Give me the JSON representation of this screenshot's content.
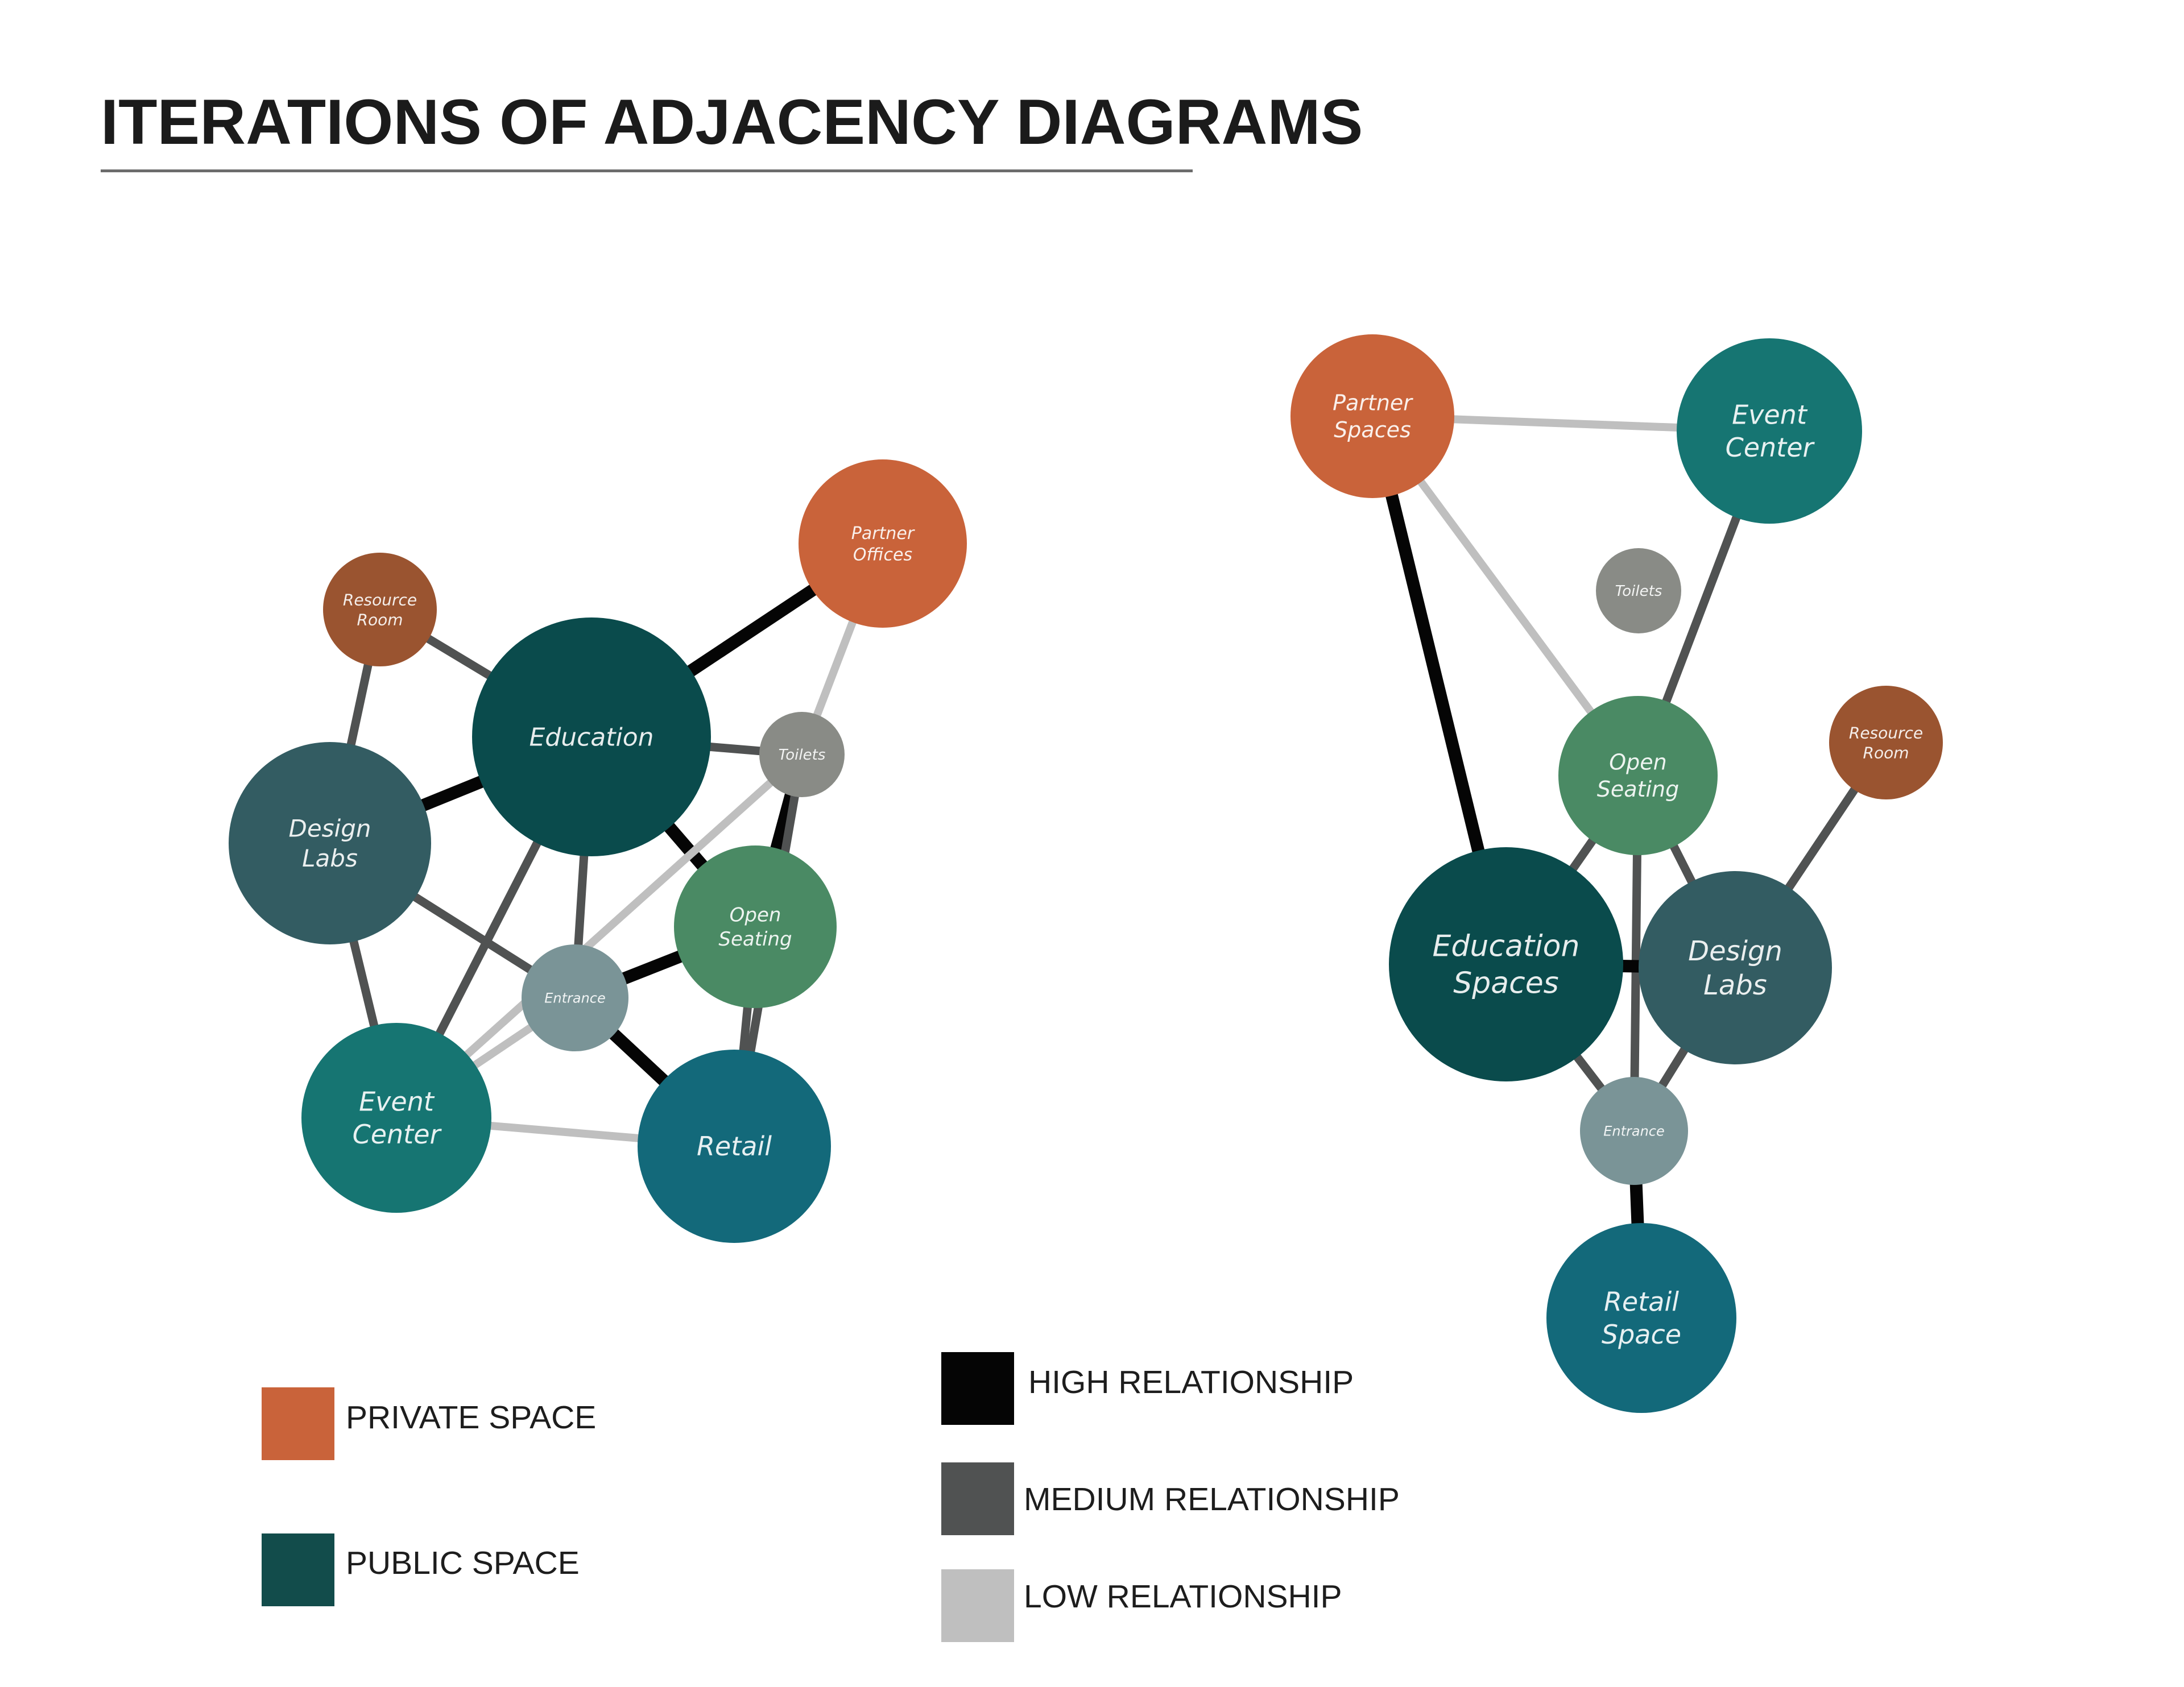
{
  "title": "ITERATIONS OF ADJACENCY DIAGRAMS",
  "colors": {
    "private": "#c9633a",
    "public": "#124c4b",
    "high": "#050505",
    "medium": "#505252",
    "low": "#bfbfbf",
    "resource": "#9a5430",
    "education": "#0a4b4c",
    "design": "#335c62",
    "event": "#167572",
    "retail": "#13697a",
    "open": "#4a8a64",
    "entrance": "#7a9497",
    "toilets": "#898b86"
  },
  "legend": {
    "private_label": "PRIVATE SPACE",
    "public_label": "PUBLIC SPACE",
    "high_label": "HIGH RELATIONSHIP",
    "medium_label": "MEDIUM RELATIONSHIP",
    "low_label": "LOW RELATIONSHIP"
  },
  "diagrams": [
    {
      "id": "iteration-1",
      "nodes": [
        {
          "id": "resource",
          "lines": [
            "Resource",
            "Room"
          ],
          "kind": "resource"
        },
        {
          "id": "education",
          "lines": [
            "Education"
          ],
          "kind": "education"
        },
        {
          "id": "partner",
          "lines": [
            "Partner",
            "Offices"
          ],
          "kind": "private"
        },
        {
          "id": "toilets",
          "lines": [
            "Toilets"
          ],
          "kind": "toilets"
        },
        {
          "id": "design",
          "lines": [
            "Design",
            "Labs"
          ],
          "kind": "design"
        },
        {
          "id": "open",
          "lines": [
            "Open",
            "Seating"
          ],
          "kind": "open"
        },
        {
          "id": "entrance",
          "lines": [
            "Entrance"
          ],
          "kind": "entrance"
        },
        {
          "id": "event",
          "lines": [
            "Event",
            "Center"
          ],
          "kind": "event"
        },
        {
          "id": "retail",
          "lines": [
            "Retail"
          ],
          "kind": "retail"
        }
      ],
      "links": [
        {
          "from": "resource",
          "to": "education",
          "strength": "medium"
        },
        {
          "from": "resource",
          "to": "design",
          "strength": "medium"
        },
        {
          "from": "education",
          "to": "partner",
          "strength": "high"
        },
        {
          "from": "education",
          "to": "design",
          "strength": "high"
        },
        {
          "from": "education",
          "to": "toilets",
          "strength": "medium"
        },
        {
          "from": "education",
          "to": "open",
          "strength": "high"
        },
        {
          "from": "education",
          "to": "event",
          "strength": "medium"
        },
        {
          "from": "education",
          "to": "entrance",
          "strength": "medium"
        },
        {
          "from": "partner",
          "to": "toilets",
          "strength": "low"
        },
        {
          "from": "toilets",
          "to": "open",
          "strength": "high"
        },
        {
          "from": "toilets",
          "to": "event",
          "strength": "low"
        },
        {
          "from": "toilets",
          "to": "retail",
          "strength": "medium"
        },
        {
          "from": "design",
          "to": "event",
          "strength": "medium"
        },
        {
          "from": "design",
          "to": "entrance",
          "strength": "medium"
        },
        {
          "from": "open",
          "to": "entrance",
          "strength": "high"
        },
        {
          "from": "open",
          "to": "retail",
          "strength": "medium"
        },
        {
          "from": "entrance",
          "to": "retail",
          "strength": "high"
        },
        {
          "from": "entrance",
          "to": "event",
          "strength": "low"
        },
        {
          "from": "event",
          "to": "retail",
          "strength": "low"
        }
      ]
    },
    {
      "id": "iteration-2",
      "nodes": [
        {
          "id": "partner",
          "lines": [
            "Partner",
            "Spaces"
          ],
          "kind": "private"
        },
        {
          "id": "event",
          "lines": [
            "Event",
            "Center"
          ],
          "kind": "event"
        },
        {
          "id": "toilets",
          "lines": [
            "Toilets"
          ],
          "kind": "toilets"
        },
        {
          "id": "resource",
          "lines": [
            "Resource",
            "Room"
          ],
          "kind": "resource"
        },
        {
          "id": "open",
          "lines": [
            "Open",
            "Seating"
          ],
          "kind": "open"
        },
        {
          "id": "education",
          "lines": [
            "Education",
            "Spaces"
          ],
          "kind": "education"
        },
        {
          "id": "design",
          "lines": [
            "Design",
            "Labs"
          ],
          "kind": "design"
        },
        {
          "id": "entrance",
          "lines": [
            "Entrance"
          ],
          "kind": "entrance"
        },
        {
          "id": "retail",
          "lines": [
            "Retail",
            "Space"
          ],
          "kind": "retail"
        }
      ],
      "links": [
        {
          "from": "partner",
          "to": "event",
          "strength": "low"
        },
        {
          "from": "partner",
          "to": "open",
          "strength": "low"
        },
        {
          "from": "partner",
          "to": "education",
          "strength": "high"
        },
        {
          "from": "event",
          "to": "open",
          "strength": "medium"
        },
        {
          "from": "open",
          "to": "education",
          "strength": "medium"
        },
        {
          "from": "open",
          "to": "design",
          "strength": "medium"
        },
        {
          "from": "open",
          "to": "entrance",
          "strength": "medium"
        },
        {
          "from": "resource",
          "to": "design",
          "strength": "medium"
        },
        {
          "from": "education",
          "to": "design",
          "strength": "high"
        },
        {
          "from": "education",
          "to": "entrance",
          "strength": "medium"
        },
        {
          "from": "design",
          "to": "entrance",
          "strength": "medium"
        },
        {
          "from": "entrance",
          "to": "retail",
          "strength": "high"
        }
      ]
    }
  ]
}
